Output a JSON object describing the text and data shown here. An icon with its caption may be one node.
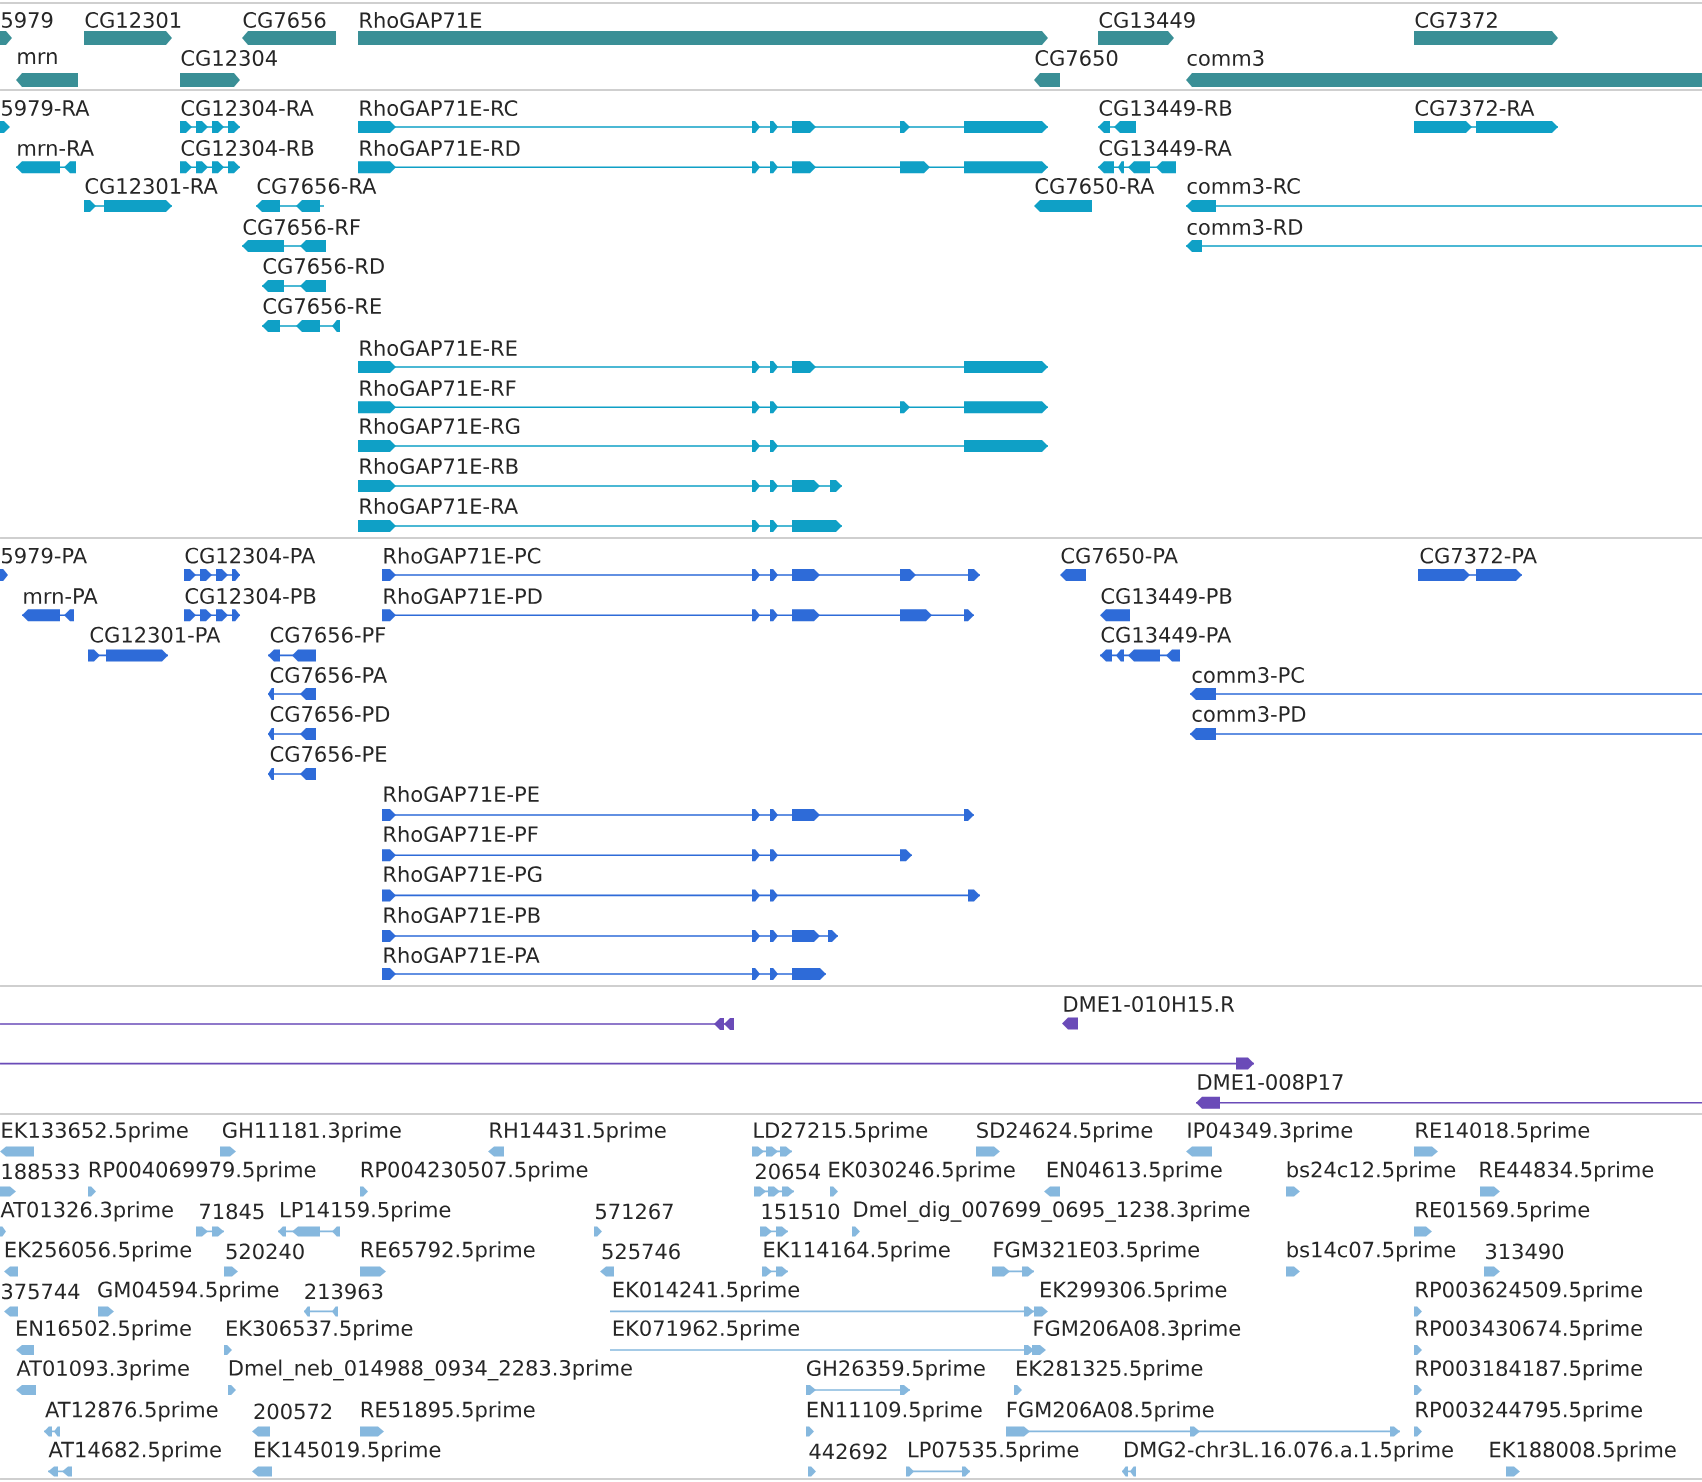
{
  "diagram": {
    "labels": [
      "5979",
      "CG12301",
      "CG7656",
      "RhoGAP71E",
      "CG13449",
      "CG7372",
      "mrn",
      "CG12304",
      "CG7650",
      "comm3",
      "5979-RA",
      "CG12304-RA",
      "RhoGAP71E-RC",
      "CG13449-RB",
      "CG7372-RA",
      "mrn-RA",
      "CG12304-RB",
      "RhoGAP71E-RD",
      "CG13449-RA",
      "CG12301-RA",
      "CG7656-RA",
      "CG7650-RA",
      "comm3-RC",
      "CG7656-RF",
      "comm3-RD",
      "CG7656-RD",
      "CG7656-RE",
      "RhoGAP71E-RE",
      "RhoGAP71E-RF",
      "RhoGAP71E-RG",
      "RhoGAP71E-RB",
      "RhoGAP71E-RA",
      "5979-PA",
      "CG12304-PA",
      "RhoGAP71E-PC",
      "CG7650-PA",
      "CG7372-PA",
      "mrn-PA",
      "CG12304-PB",
      "RhoGAP71E-PD",
      "CG13449-PB",
      "CG12301-PA",
      "CG7656-PF",
      "CG13449-PA",
      "CG7656-PA",
      "comm3-PC",
      "CG7656-PD",
      "comm3-PD",
      "CG7656-PE",
      "RhoGAP71E-PE",
      "RhoGAP71E-PF",
      "RhoGAP71E-PG",
      "RhoGAP71E-PB",
      "RhoGAP71E-PA",
      "DME1-010H15.R",
      "DME1-008P17",
      "EK133652.5prime",
      "GH11181.3prime",
      "RH14431.5prime",
      "LD27215.5prime",
      "SD24624.5prime",
      "IP04349.3prime",
      "RE14018.5prime",
      "188533",
      "RP004069979.5prime",
      "RP004230507.5prime",
      "20654",
      "EK030246.5prime",
      "EN04613.5prime",
      "bs24c12.5prime",
      "RE44834.5prime",
      "AT01326.3prime",
      "71845",
      "LP14159.5prime",
      "571267",
      "151510",
      "Dmel_dig_007699_0695_1238.3prime",
      "RE01569.5prime",
      "EK256056.5prime",
      "520240",
      "RE65792.5prime",
      "525746",
      "EK114164.5prime",
      "FGM321E03.5prime",
      "bs14c07.5prime",
      "313490",
      "375744",
      "GM04594.5prime",
      "213963",
      "EK014241.5prime",
      "EK299306.5prime",
      "RP003624509.5prime",
      "EN16502.5prime",
      "EK306537.5prime",
      "EK071962.5prime",
      "FGM206A08.3prime",
      "RP003430674.5prime",
      "AT01093.3prime",
      "Dmel_neb_014988_0934_2283.3prime",
      "GH26359.5prime",
      "EK281325.5prime",
      "RP003184187.5prime",
      "AT12876.5prime",
      "200572",
      "RE51895.5prime",
      "EN11109.5prime",
      "FGM206A08.5prime",
      "RP003244795.5prime",
      "AT14682.5prime",
      "EK145019.5prime",
      "442692",
      "LP07535.5prime",
      "DMG2-chr3L.16.076.a.1.5prime",
      "EK188008.5prime"
    ]
  }
}
